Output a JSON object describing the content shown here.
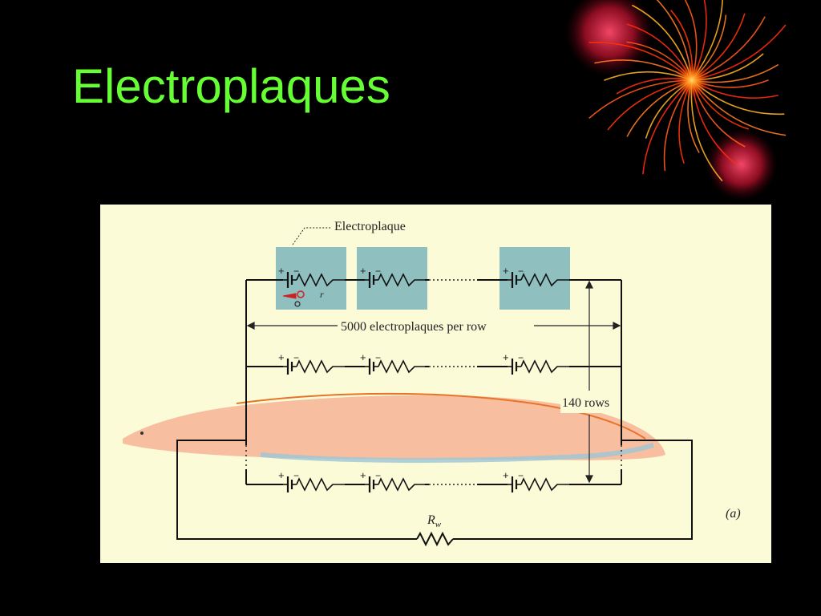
{
  "slide": {
    "title": "Electroplaques",
    "title_color": "#66ff33",
    "background": "#000000"
  },
  "diagram": {
    "panel_color": "#fbfbd8",
    "cell_box_color": "#8fbfbf",
    "wire_color": "#111111",
    "fish_color": "#f6b89a",
    "fish_line_color": "#e8742a",
    "labels": {
      "electroplaque": "Electroplaque",
      "per_row": "5000 electroplaques per row",
      "rows": "140 rows",
      "resistor_symbol": "R",
      "resistor_subscript": "w",
      "panel_tag": "(a)",
      "plus_sign": "+",
      "minus_sign": "−",
      "internal_resistance": "r"
    },
    "sparks_label": "decorative-fireworks"
  }
}
